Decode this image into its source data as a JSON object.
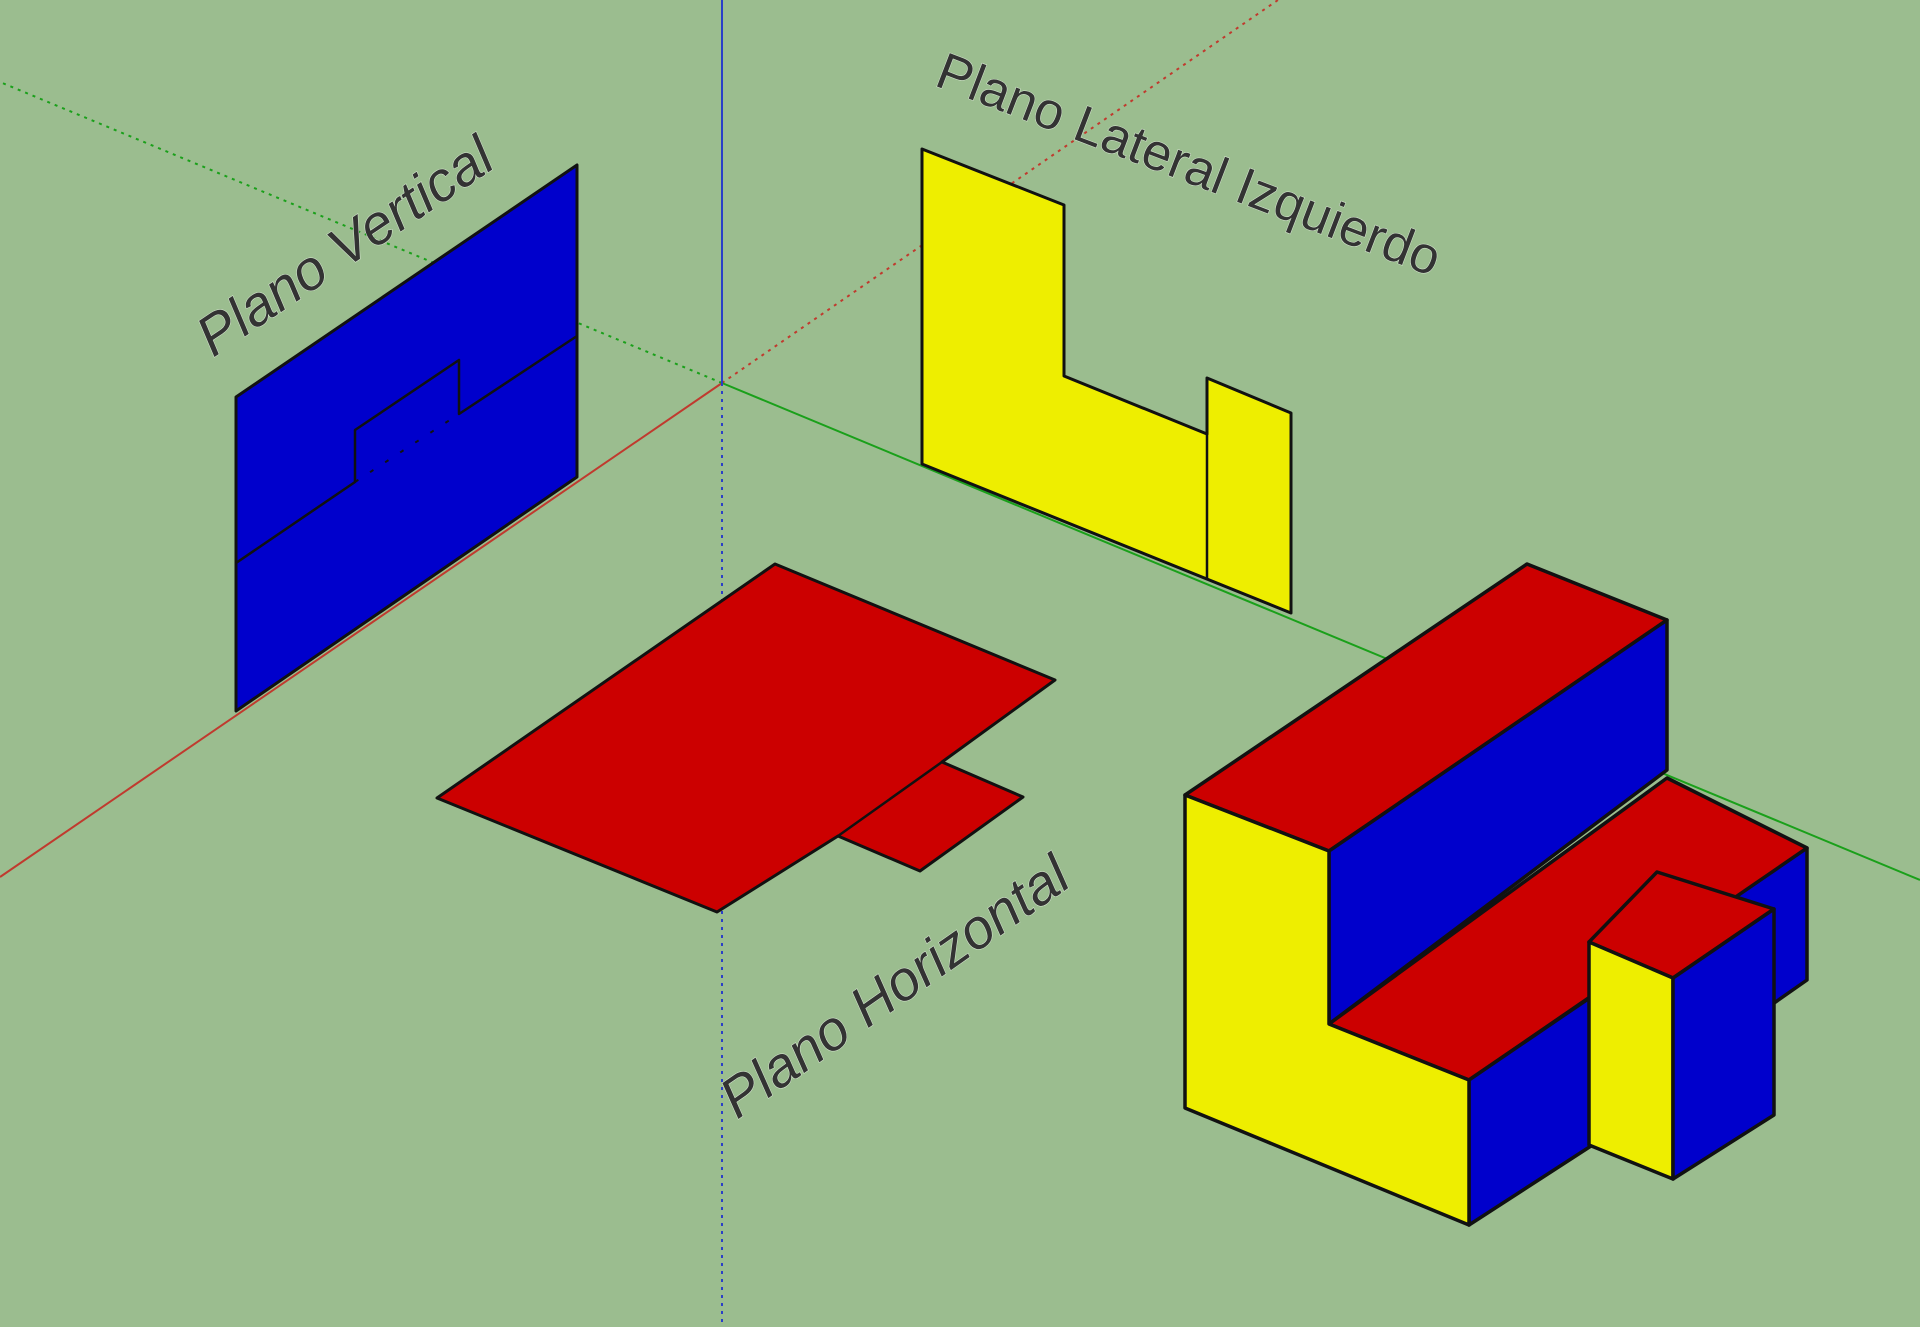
{
  "labels": {
    "vertical": "Plano Vertical",
    "lateral": "Plano Lateral Izquierdo",
    "horizontal": "Plano Horizontal"
  },
  "colors": {
    "background": "#9bbd8f",
    "vertical_plane": "#0000cc",
    "lateral_plane": "#eeee00",
    "horizontal_plane": "#cc0000",
    "axis_red": "#c03a2e",
    "axis_green": "#1aa01a",
    "axis_blue": "#2a3fc8",
    "outline": "#111111",
    "label_text": "#333333"
  }
}
